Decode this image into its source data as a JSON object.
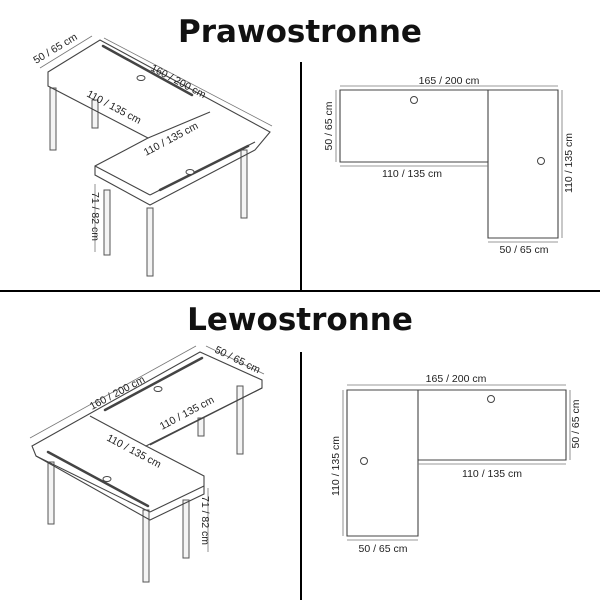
{
  "headings": {
    "right": "Prawostronne",
    "left": "Lewostronne"
  },
  "right_handed": {
    "iso": {
      "depth": "50 / 65 cm",
      "long_side": "160 / 200 cm",
      "inner_top": "110 / 135 cm",
      "return_side": "110 / 135 cm",
      "height": "71 / 82 cm"
    },
    "plan": {
      "top_width": "165 / 200 cm",
      "left_depth": "50 / 65 cm",
      "bottom_inner": "110 / 135 cm",
      "right_length": "110 / 135 cm",
      "bottom_depth": "50 / 65 cm"
    }
  },
  "left_handed": {
    "iso": {
      "depth": "50 / 65 cm",
      "long_side": "160 / 200 cm",
      "inner_top": "110 / 135 cm",
      "return_side": "110 / 135 cm",
      "height": "71 / 82 cm"
    },
    "plan": {
      "top_width": "165 / 200 cm",
      "left_length": "110 / 135 cm",
      "right_depth": "50 / 65 cm",
      "inner_bottom": "110 / 135 cm",
      "bottom_depth": "50 / 65 cm"
    }
  }
}
